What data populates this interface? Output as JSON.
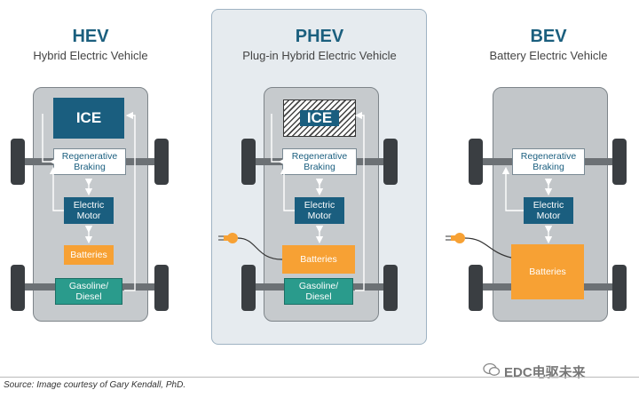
{
  "panels": [
    {
      "title": "HEV",
      "subtitle": "Hybrid Electric Vehicle",
      "ice_label": "ICE",
      "regen_label": "Regenerative\nBraking",
      "motor_label": "Electric\nMotor",
      "batteries_label": "Batteries",
      "fuel_label": "Gasoline/\nDiesel"
    },
    {
      "title": "PHEV",
      "subtitle": "Plug-in Hybrid Electric Vehicle",
      "ice_label": "ICE",
      "regen_label": "Regenerative\nBraking",
      "motor_label": "Electric\nMotor",
      "batteries_label": "Batteries",
      "fuel_label": "Gasoline/\nDiesel"
    },
    {
      "title": "BEV",
      "subtitle": "Battery Electric Vehicle",
      "regen_label": "Regenerative\nBraking",
      "motor_label": "Electric\nMotor",
      "batteries_label": "Batteries"
    }
  ],
  "footer": {
    "source": "Source: Image courtesy of Gary Kendall, PhD.",
    "watermark": "EDC电驱未来"
  },
  "colors": {
    "title": "#1b5f7e",
    "engine": "#1a5e7f",
    "batteries": "#f7a134",
    "fuel": "#2a9b8c",
    "panel_highlight": "#e6ebef"
  },
  "icons": [
    "plug-icon",
    "arrow-icon",
    "wechat-icon"
  ]
}
